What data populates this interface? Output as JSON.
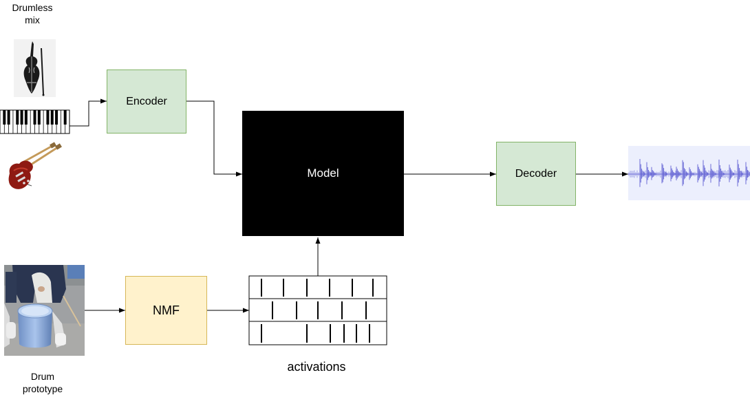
{
  "labels": {
    "drumless_mix": "Drumless mix",
    "drum_prototype": "Drum prototype",
    "activations": "activations"
  },
  "boxes": {
    "encoder": "Encoder",
    "model": "Model",
    "decoder": "Decoder",
    "nmf": "NMF"
  },
  "colors": {
    "encoder_fill": "#d5e8d4",
    "encoder_stroke": "#82b366",
    "decoder_fill": "#d5e8d4",
    "decoder_stroke": "#82b366",
    "nmf_fill": "#fff2cc",
    "nmf_stroke": "#d6b656",
    "model_fill": "#000000",
    "waveform": "#6b6bd6",
    "waveform_bg": "#eceffd"
  },
  "icons": {
    "double_bass": "double-bass-icon",
    "piano": "piano-keyboard-icon",
    "guitar": "electric-guitar-icon",
    "drum_photo": "drum-prototype-photo",
    "waveform": "drum-waveform-icon"
  }
}
